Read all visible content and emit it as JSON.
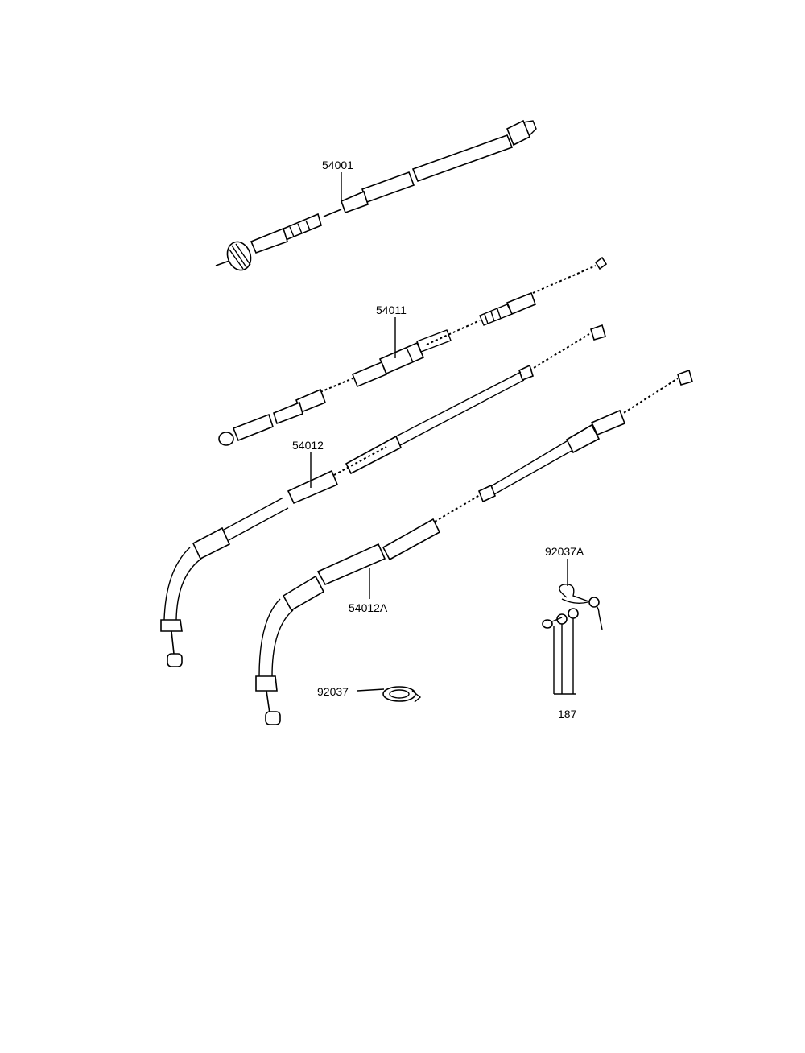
{
  "parts": [
    {
      "id": "54001",
      "label": "54001"
    },
    {
      "id": "54011",
      "label": "54011"
    },
    {
      "id": "54012",
      "label": "54012"
    },
    {
      "id": "54012A",
      "label": "54012A"
    },
    {
      "id": "92037A",
      "label": "92037A"
    },
    {
      "id": "92037",
      "label": "92037"
    },
    {
      "id": "187",
      "label": "187"
    }
  ]
}
